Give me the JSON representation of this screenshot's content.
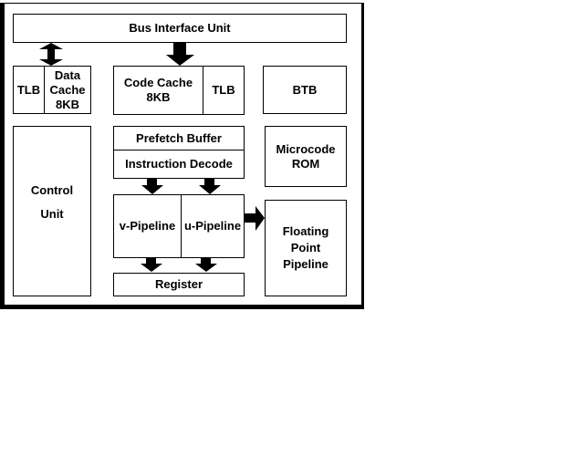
{
  "diagram": {
    "bus_interface_unit": "Bus Interface Unit",
    "data_side": {
      "tlb": "TLB",
      "data_cache": "Data\nCache\n8KB"
    },
    "code_side": {
      "code_cache": "Code Cache\n8KB",
      "tlb": "TLB"
    },
    "btb": "BTB",
    "control_unit": "Control\n\nUnit",
    "prefetch_buffer": "Prefetch Buffer",
    "instruction_decode": "Instruction Decode",
    "microcode_rom": "Microcode\nROM",
    "v_pipeline": "v-Pipeline",
    "u_pipeline": "u-Pipeline",
    "floating_point_pipeline": "Floating\nPoint\nPipeline",
    "register": "Register",
    "colors": {
      "line": "#000000",
      "fill": "#ffffff"
    }
  }
}
